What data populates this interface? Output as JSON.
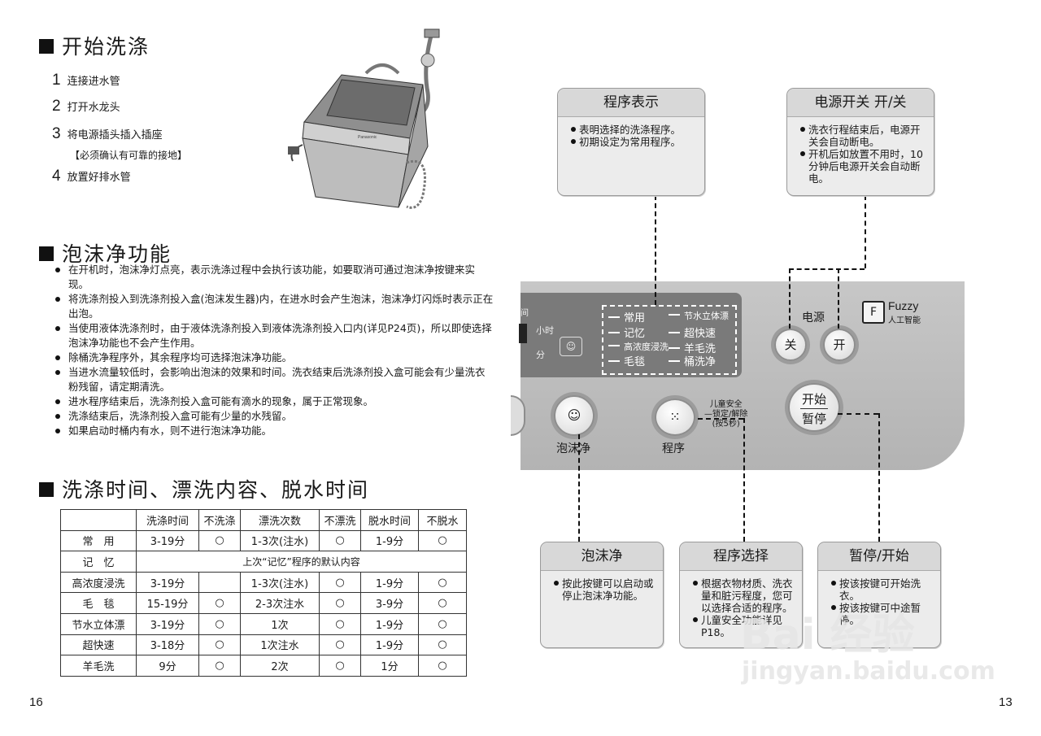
{
  "left_page": {
    "section1_title": "开始洗涤",
    "steps": [
      {
        "num": "1",
        "text": "连接进水管"
      },
      {
        "num": "2",
        "text": "打开水龙头"
      },
      {
        "num": "3",
        "text": "将电源插头插入插座"
      },
      {
        "num": "4",
        "text": "放置好排水管"
      }
    ],
    "step3_note": "【必须确认有可靠的接地】",
    "section2_title": "泡沫净功能",
    "foam_bullets": [
      "在开机时，泡沫净灯点亮，表示洗涤过程中会执行该功能，如要取消可通过泡沫净按键来实现。",
      "将洗涤剂投入到洗涤剂投入盒(泡沫发生器)内，在进水时会产生泡沫，泡沫净灯闪烁时表示正在出泡。",
      "当使用液体洗涤剂时，由于液体洗涤剂投入到液体洗涤剂投入口内(详见P24页)，所以即使选择泡沫净功能也不会产生作用。",
      "除桶洗净程序外，其余程序均可选择泡沫净功能。",
      "当进水流量较低时，会影响出泡沫的效果和时间。洗衣结束后洗涤剂投入盒可能会有少量洗衣粉残留，请定期清洗。",
      "进水程序结束后，洗涤剂投入盒可能有滴水的现象，属于正常现象。",
      "洗涤结束后，洗涤剂投入盒可能有少量的水残留。",
      "如果启动时桶内有水，则不进行泡沫净功能。"
    ],
    "section3_title": "洗涤时间、漂洗内容、脱水时间",
    "table": {
      "headers": [
        "",
        "洗涤时间",
        "不洗涤",
        "漂洗次数",
        "不漂洗",
        "脱水时间",
        "不脱水"
      ],
      "rows": [
        [
          "常　用",
          "3-19分",
          "○",
          "1-3次(注水)",
          "○",
          "1-9分",
          "○"
        ],
        [
          "高浓度浸洗",
          "3-19分",
          "",
          "1-3次(注水)",
          "○",
          "1-9分",
          "○"
        ],
        [
          "毛　毯",
          "15-19分",
          "○",
          "2-3次注水",
          "○",
          "3-9分",
          "○"
        ],
        [
          "节水立体漂",
          "3-19分",
          "○",
          "1次",
          "○",
          "1-9分",
          "○"
        ],
        [
          "超快速",
          "3-18分",
          "○",
          "1次注水",
          "○",
          "1-9分",
          "○"
        ],
        [
          "羊毛洗",
          "9分",
          "○",
          "2次",
          "○",
          "1分",
          "○"
        ]
      ],
      "memory_row": {
        "label": "记　忆",
        "text": "上次“记忆”程序的默认内容"
      }
    },
    "page_number": "16"
  },
  "machine_brand": "Panasonic",
  "right_page": {
    "callouts": {
      "program_display": {
        "title": "程序表示",
        "bullets": [
          "表明选择的洗涤程序。",
          "初期设定为常用程序。"
        ]
      },
      "power": {
        "title": "电源开关 开/关",
        "bullets": [
          "洗衣行程结束后，电源开关会自动断电。",
          "开机后如放置不用时，10分钟后电源开关会自动断电。"
        ]
      },
      "foam": {
        "title": "泡沫净",
        "bullets": [
          "按此按键可以启动或停止泡沫净功能。"
        ]
      },
      "program_select": {
        "title": "程序选择",
        "bullets": [
          "根据衣物材质、洗衣量和脏污程度，您可以选择合适的程序。",
          "儿童安全功能详见P18。"
        ]
      },
      "pause_start": {
        "title": "暂停/开始",
        "bullets": [
          "按该按键可开始洗衣。",
          "按该按键可中途暂停。"
        ]
      }
    },
    "panel": {
      "programs": [
        "常用",
        "记忆",
        "高浓度浸洗",
        "毛毯",
        "节水立体漂",
        "超快速",
        "羊毛洗",
        "桶洗净"
      ],
      "display_label_top": "间",
      "display_hour": "小时",
      "display_min": "分",
      "power_label": "电源",
      "off_label": "关",
      "on_label": "开",
      "fuzzy_text": "Fuzzy",
      "fuzzy_sub": "人工智能",
      "start_line1": "开始",
      "start_line2": "暂停",
      "foam_button_label": "泡沫净",
      "program_button_label": "程序",
      "child_lock": [
        "儿童安全",
        "—锁定/解除",
        "(按5秒)"
      ]
    },
    "page_number": "13"
  },
  "watermark": {
    "text": "Bai 经验",
    "url": "jingyan.baidu.com"
  }
}
